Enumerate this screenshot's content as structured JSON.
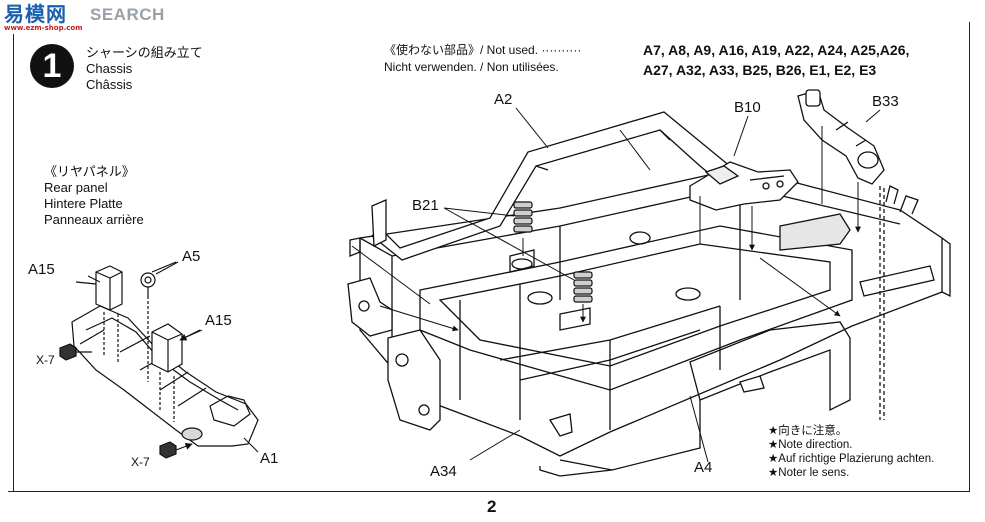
{
  "watermark": {
    "hanzi": "易模网",
    "site": "www.ezm-shop.com",
    "brand": "SEARCH"
  },
  "step": {
    "number": "1",
    "title_jp": "シャーシの組み立て",
    "title_en": "Chassis",
    "title_fr": "Châssis"
  },
  "rear_panel": {
    "title_jp": "《リヤパネル》",
    "title_en": "Rear panel",
    "title_de": "Hintere Platte",
    "title_fr": "Panneaux arrière"
  },
  "unused": {
    "line1": "《使わない部品》/ Not used.  ··········",
    "line2": "Nicht verwenden. / Non utilisées.",
    "parts_line1": "A7, A8, A9, A16, A19, A22, A24, A25,A26,",
    "parts_line2": "A27, A32, A33, B25, B26, E1, E2, E3"
  },
  "labels": {
    "a15_top": "A15",
    "a5": "A5",
    "a15_mid": "A15",
    "x7_top": "X-7",
    "x7_bottom": "X-7",
    "a1": "A1",
    "a2": "A2",
    "b10": "B10",
    "b33": "B33",
    "b21": "B21",
    "a34": "A34",
    "a4": "A4"
  },
  "notes": [
    "★向きに注意。",
    "★Note direction.",
    "★Auf richtige Plazierung achten.",
    "★Noter le sens."
  ],
  "page_number": "2"
}
